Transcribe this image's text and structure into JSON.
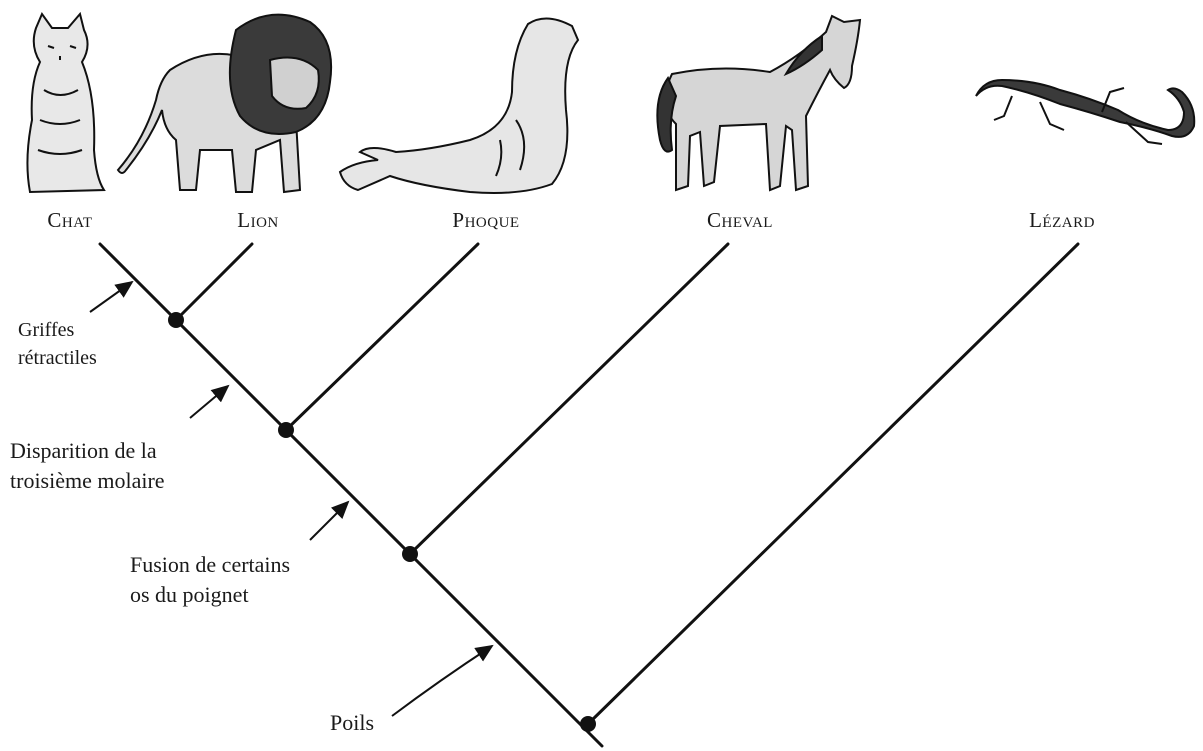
{
  "taxa": [
    {
      "label": "Chat",
      "icon": "cat-icon"
    },
    {
      "label": "Lion",
      "icon": "lion-icon"
    },
    {
      "label": "Phoque",
      "icon": "seal-icon"
    },
    {
      "label": "Cheval",
      "icon": "horse-icon"
    },
    {
      "label": "Lézard",
      "icon": "lizard-icon"
    }
  ],
  "traits": [
    {
      "lines": [
        "Griffes",
        "rétractiles"
      ]
    },
    {
      "lines": [
        "Disparition de la",
        "troisième molaire"
      ]
    },
    {
      "lines": [
        "Fusion de certains",
        "os du poignet"
      ]
    },
    {
      "lines": [
        "Poils"
      ]
    }
  ],
  "colors": {
    "line": "#111111",
    "ink": "#1a1a1a"
  }
}
